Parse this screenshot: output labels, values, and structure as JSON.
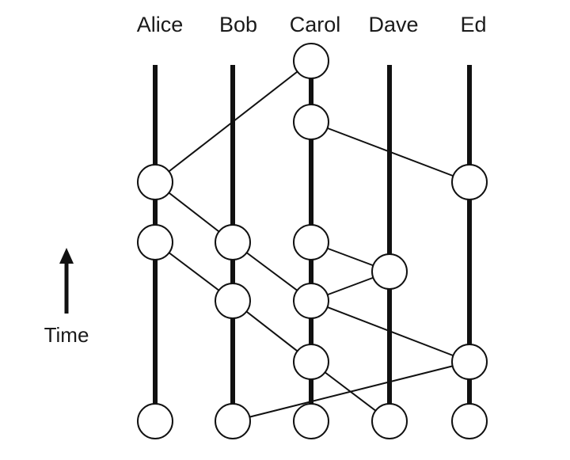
{
  "participants": [
    {
      "id": "alice",
      "label": "Alice"
    },
    {
      "id": "bob",
      "label": "Bob"
    },
    {
      "id": "carol",
      "label": "Carol"
    },
    {
      "id": "dave",
      "label": "Dave"
    },
    {
      "id": "ed",
      "label": "Ed"
    }
  ],
  "time_label": "Time",
  "events": [
    {
      "id": "carol-1",
      "participant": "carol",
      "seq": 1
    },
    {
      "id": "carol-2",
      "participant": "carol",
      "seq": 2
    },
    {
      "id": "alice-1",
      "participant": "alice",
      "seq": 1
    },
    {
      "id": "ed-1",
      "participant": "ed",
      "seq": 1
    },
    {
      "id": "alice-2",
      "participant": "alice",
      "seq": 2
    },
    {
      "id": "bob-1",
      "participant": "bob",
      "seq": 1
    },
    {
      "id": "carol-3",
      "participant": "carol",
      "seq": 3
    },
    {
      "id": "dave-1",
      "participant": "dave",
      "seq": 1
    },
    {
      "id": "bob-2",
      "participant": "bob",
      "seq": 2
    },
    {
      "id": "carol-4",
      "participant": "carol",
      "seq": 4
    },
    {
      "id": "carol-5",
      "participant": "carol",
      "seq": 5
    },
    {
      "id": "ed-2",
      "participant": "ed",
      "seq": 2
    },
    {
      "id": "alice-3",
      "participant": "alice",
      "seq": 3
    },
    {
      "id": "bob-3",
      "participant": "bob",
      "seq": 3
    },
    {
      "id": "carol-6",
      "participant": "carol",
      "seq": 6
    },
    {
      "id": "dave-2",
      "participant": "dave",
      "seq": 2
    },
    {
      "id": "ed-3",
      "participant": "ed",
      "seq": 3
    }
  ],
  "messages": [
    {
      "from": "carol-1",
      "to": "alice-1"
    },
    {
      "from": "carol-2",
      "to": "ed-1"
    },
    {
      "from": "alice-1",
      "to": "bob-1"
    },
    {
      "from": "alice-2",
      "to": "bob-2"
    },
    {
      "from": "bob-1",
      "to": "carol-4"
    },
    {
      "from": "bob-2",
      "to": "carol-5"
    },
    {
      "from": "carol-3",
      "to": "dave-1"
    },
    {
      "from": "carol-4",
      "to": "dave-1"
    },
    {
      "from": "carol-4",
      "to": "ed-2"
    },
    {
      "from": "carol-5",
      "to": "dave-2"
    },
    {
      "from": "ed-2",
      "to": "bob-3"
    }
  ]
}
